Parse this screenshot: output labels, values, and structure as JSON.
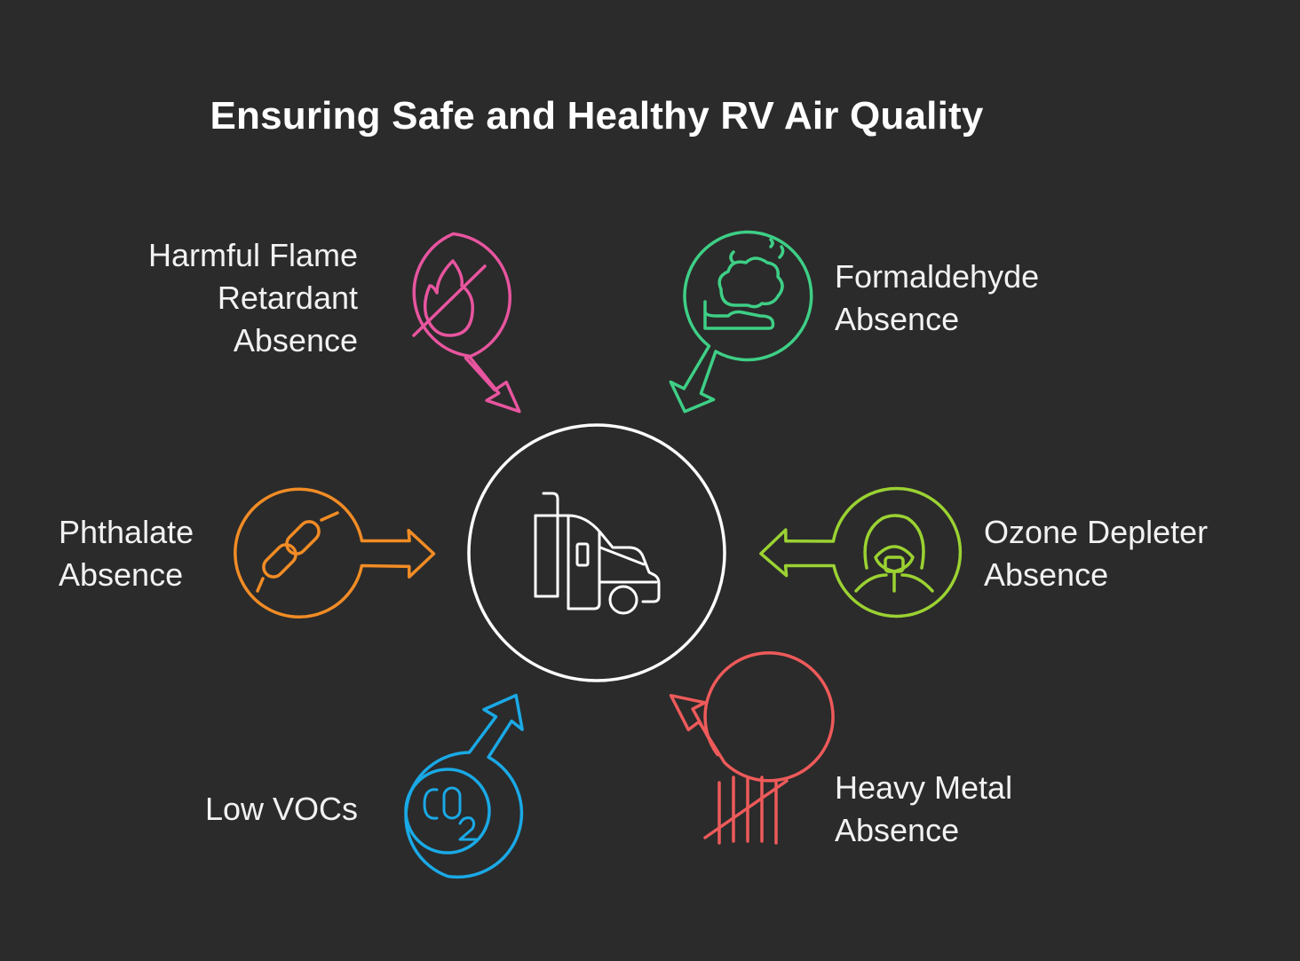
{
  "title": "Ensuring Safe and Healthy RV Air Quality",
  "center": {
    "icon": "truck-icon",
    "color": "#ffffff"
  },
  "items": [
    {
      "id": "flame",
      "lines": [
        "Harmful Flame",
        "Retardant",
        "Absence"
      ],
      "icon": "no-fire-icon",
      "color": "#e8559f"
    },
    {
      "id": "formaldehyde",
      "lines": [
        "Formaldehyde",
        "Absence"
      ],
      "icon": "cloud-fumes-icon",
      "color": "#3ecf86"
    },
    {
      "id": "phthalate",
      "lines": [
        "Phthalate",
        "Absence"
      ],
      "icon": "chain-link-icon",
      "color": "#f28c25"
    },
    {
      "id": "ozone",
      "lines": [
        "Ozone Depleter",
        "Absence"
      ],
      "icon": "oxygen-mask-icon",
      "color": "#9bd232"
    },
    {
      "id": "vocs",
      "lines": [
        "Low VOCs"
      ],
      "icon": "co2-icon",
      "color": "#1aa9e6"
    },
    {
      "id": "metal",
      "lines": [
        "Heavy Metal",
        "Absence"
      ],
      "icon": "tally-marks-icon",
      "color": "#ee5a5a"
    }
  ]
}
